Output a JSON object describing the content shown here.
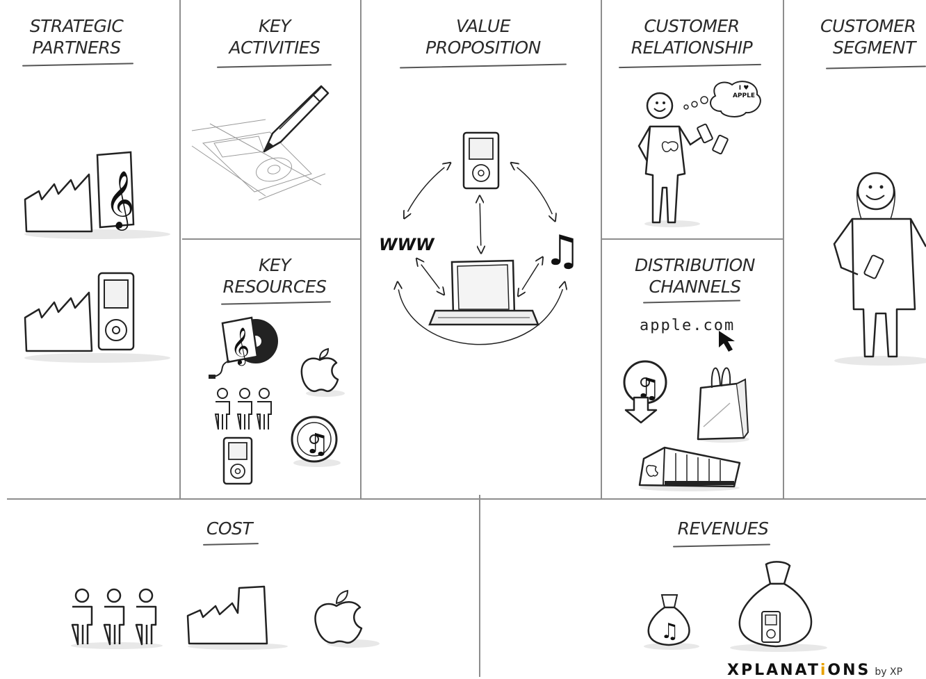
{
  "boxes": {
    "strategic_partners": [
      "STRATEGIC",
      "PARTNERS"
    ],
    "key_activities": [
      "KEY",
      "ACTIVITIES"
    ],
    "value_proposition": [
      "VALUE",
      "PROPOSITION"
    ],
    "customer_relationship": [
      "CUSTOMER",
      "RELATIONSHIP"
    ],
    "customer_segment": [
      "CUSTOMER",
      "SEGMENT"
    ],
    "key_resources": [
      "KEY",
      "RESOURCES"
    ],
    "distribution_channels": [
      "DISTRIBUTION",
      "CHANNELS"
    ],
    "cost": "COST",
    "revenues": "REVENUES"
  },
  "labels": {
    "www": "WWW",
    "apple_com": "apple.com",
    "thought_bubble": [
      "I ♥",
      "APPLE"
    ]
  },
  "brand": {
    "name_part1": "XPLANAT",
    "name_accent": "i",
    "name_part2": "ONS",
    "suffix": "by XP"
  },
  "colors": {
    "lines": "#8d8d8d",
    "ink": "#222222",
    "brand_accent": "#e8a100"
  }
}
